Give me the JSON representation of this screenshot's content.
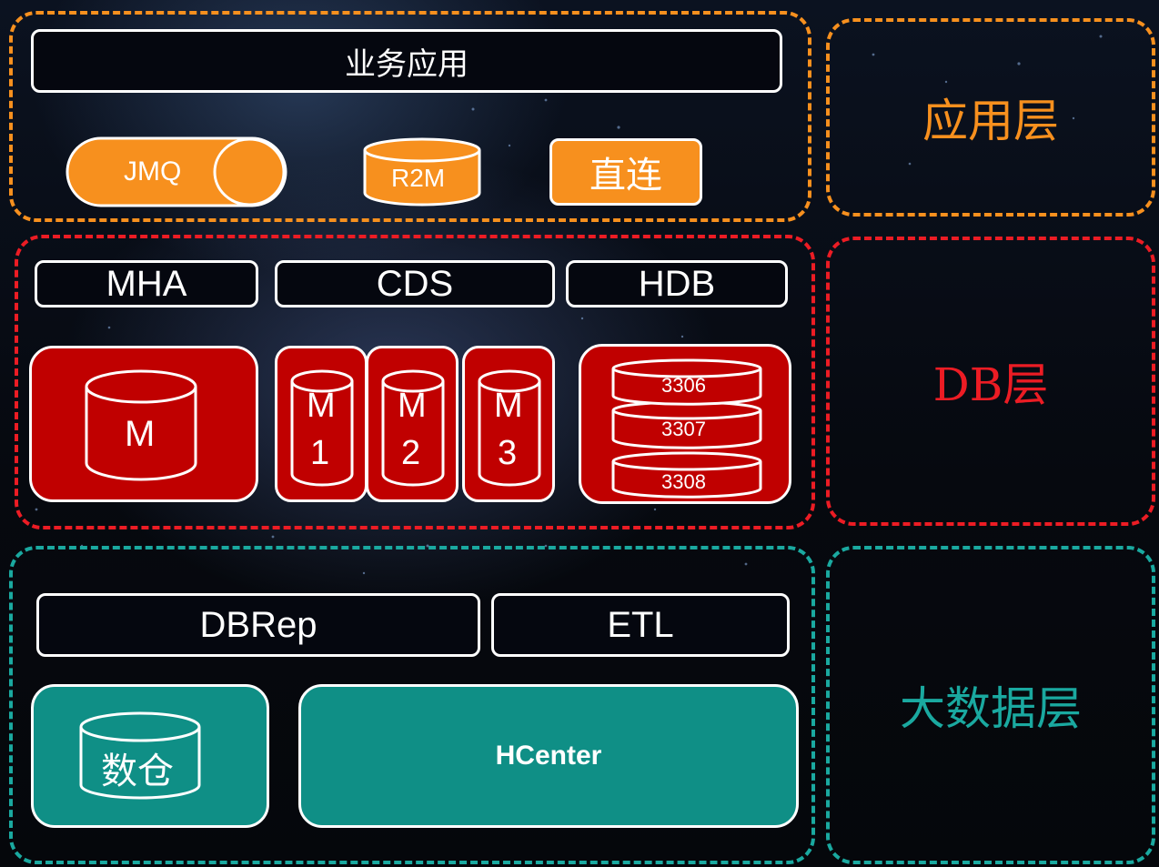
{
  "app_layer": {
    "title": "应用层",
    "business_label": "业务应用",
    "jmq_label": "JMQ",
    "r2m_label": "R2M",
    "direct_label": "直连"
  },
  "db_layer": {
    "title": "DB层",
    "mha_label": "MHA",
    "cds_label": "CDS",
    "hdb_label": "HDB",
    "master_label": "M",
    "shards": [
      {
        "top": "M",
        "bottom": "1"
      },
      {
        "top": "M",
        "bottom": "2"
      },
      {
        "top": "M",
        "bottom": "3"
      }
    ],
    "ports": [
      "3306",
      "3307",
      "3308"
    ]
  },
  "bigdata_layer": {
    "title": "大数据层",
    "dbrep_label": "DBRep",
    "etl_label": "ETL",
    "warehouse_label": "数仓",
    "hcenter_label": "HCenter"
  },
  "colors": {
    "app": "#f7901e",
    "db": "#ec1c24",
    "bigdata": "#1aa9a0",
    "db_fill": "#c00000",
    "bigdata_fill": "#0f8f86"
  }
}
